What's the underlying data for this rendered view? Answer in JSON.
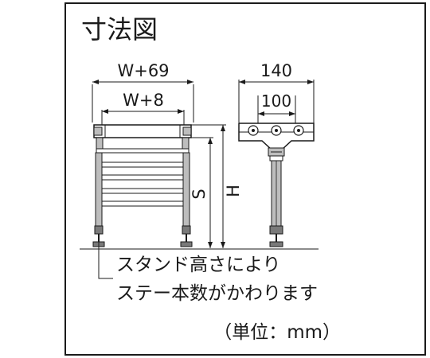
{
  "title": "寸法図",
  "dimensions": {
    "front_outer_width": "W+69",
    "front_inner_width": "W+8",
    "front_height": "S",
    "side_outer_width": "140",
    "side_inner_width": "100",
    "side_height": "H"
  },
  "notes": {
    "line1": "スタンド高さにより",
    "line2": "ステー本数がかわります"
  },
  "unit_label": "（単位：mm）",
  "colors": {
    "line": "#1a1a1a",
    "fill_gray": "#bdbdbd",
    "fill_dark": "#7a7a7a"
  }
}
